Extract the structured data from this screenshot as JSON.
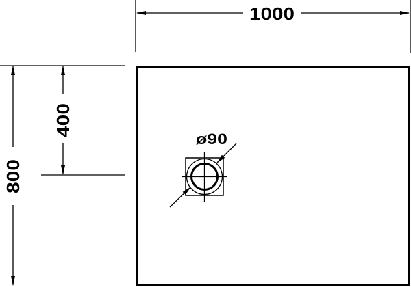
{
  "drawing": {
    "width_label": "1000",
    "depth_label": "800",
    "drain_offset_label": "400",
    "drain_diameter_label": "ø90"
  },
  "colors": {
    "line": "#000000",
    "background": "#ffffff"
  }
}
